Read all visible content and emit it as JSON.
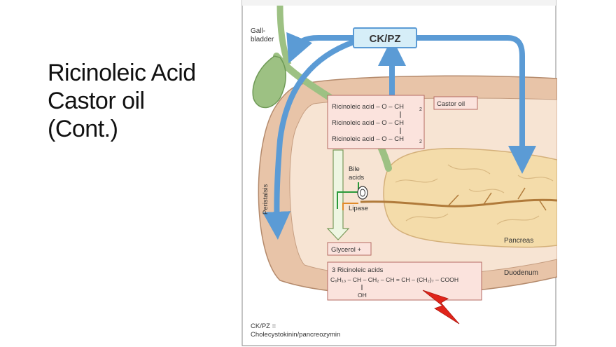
{
  "slide": {
    "title_lines": [
      "Ricinoleic Acid",
      "Castor oil",
      "(Cont.)"
    ]
  },
  "figure": {
    "labels": {
      "gallbladder_1": "Gall-",
      "gallbladder_2": "bladder",
      "hormone": "CK/PZ",
      "castor_oil": "Castor oil",
      "tri_row_1": "Ricinoleic acid – O – CH",
      "tri_row_2": "Ricinoleic acid – O – CH",
      "tri_row_3": "Ricinoleic acid – O – CH",
      "sub_2": "2",
      "bile_1": "Bile",
      "bile_2": "acids",
      "lipase": "Lipase",
      "peristalsis": "Peristalsis",
      "glycerol": "Glycerol +",
      "product_title": "3 Ricinoleic acids",
      "product_formula": "C₆H₁₃ – CH – CH₂ – CH = CH – (CH₂)₇ – COOH",
      "product_oh": "OH",
      "pancreas": "Pancreas",
      "duodenum": "Duodenum",
      "legend_1": "CK/PZ =",
      "legend_2": "Cholecystokinin/pancreozymin"
    },
    "colors": {
      "arrow_blue": "#5b9bd5",
      "duodenum_tan": "#e8c4a8",
      "pancreas_yellow": "#f4dcaa",
      "gallbladder_green": "#9dc183",
      "box_pink": "#fbe3dd",
      "hormone_box": "#d6eef8",
      "lightning_red": "#e0241a"
    },
    "icons": [
      "lightning-bolt-icon",
      "lipase-enzyme-icon"
    ]
  }
}
